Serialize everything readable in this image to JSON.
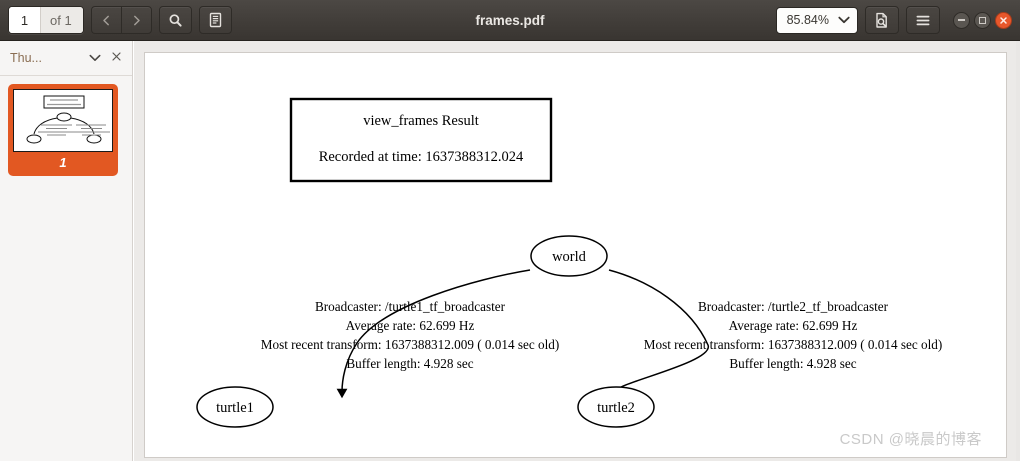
{
  "window": {
    "title": "frames.pdf",
    "controls": {
      "minimize": "minimize-icon",
      "maximize": "maximize-icon",
      "close": "close-icon"
    }
  },
  "toolbar": {
    "page_number": "1",
    "page_total": "of 1",
    "prev_label": "‹",
    "next_label": "›",
    "search_icon": "search-icon",
    "sidebar_toggle_icon": "sidebar-toggle-icon",
    "zoom_value": "85.84%",
    "zoom_chevron": "∨",
    "fit_page_icon": "fit-page-icon",
    "menu_icon": "hamburger-menu-icon"
  },
  "sidebar": {
    "tab_label": "Thu...",
    "dropdown_icon": "chevron-down-icon",
    "close_icon": "close-icon",
    "thumbnails": [
      {
        "page_number": "1",
        "selected": true
      }
    ]
  },
  "document": {
    "header_box": {
      "title": "view_frames Result",
      "subtitle": "Recorded at time: 1637388312.024"
    },
    "nodes": [
      {
        "id": "world",
        "label": "world"
      },
      {
        "id": "turtle1",
        "label": "turtle1"
      },
      {
        "id": "turtle2",
        "label": "turtle2"
      }
    ],
    "edges": [
      {
        "from": "world",
        "to": "turtle1",
        "lines": [
          "Broadcaster: /turtle1_tf_broadcaster",
          "Average rate: 62.699 Hz",
          "Most recent transform: 1637388312.009 ( 0.014 sec old)",
          "Buffer length: 4.928 sec"
        ]
      },
      {
        "from": "world",
        "to": "turtle2",
        "lines": [
          "Broadcaster: /turtle2_tf_broadcaster",
          "Average rate: 62.699 Hz",
          "Most recent transform: 1637388312.009 ( 0.014 sec old)",
          "Buffer length: 4.928 sec"
        ]
      }
    ],
    "watermark": "CSDN @晓晨的博客"
  },
  "colors": {
    "header_bg": "#413d39",
    "accent_orange": "#e25822",
    "close_red": "#e8572b",
    "page_bg": "#ffffff",
    "view_bg": "#eceae8"
  }
}
